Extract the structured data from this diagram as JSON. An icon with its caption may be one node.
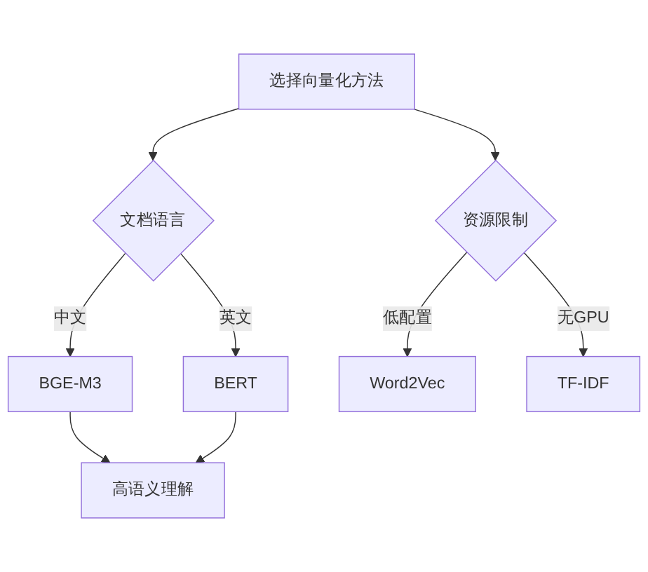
{
  "diagram": {
    "nodes": [
      {
        "text": [
          "选择向量化方法"
        ]
      },
      {
        "text": [
          "文档语言"
        ]
      },
      {
        "text": [
          "资源限制"
        ]
      },
      {
        "text": [
          "BGE-M3"
        ]
      },
      {
        "text": [
          "BERT"
        ]
      },
      {
        "text": [
          "Word2Vec"
        ]
      },
      {
        "text": [
          "TF-IDF"
        ]
      },
      {
        "text": [
          "高语义理解"
        ]
      }
    ],
    "edges": [
      {
        "from": 0,
        "to": 1,
        "arrow": "to"
      },
      {
        "from": 0,
        "to": 2,
        "arrow": "to"
      },
      {
        "from": 1,
        "to": 3,
        "label": "中文",
        "arrow": "to"
      },
      {
        "from": 1,
        "to": 4,
        "label": "英文",
        "arrow": "to"
      },
      {
        "from": 2,
        "to": 5,
        "label": "低配置",
        "arrow": "to"
      },
      {
        "from": 2,
        "to": 6,
        "label": "无GPU",
        "arrow": "to"
      },
      {
        "from": 3,
        "to": 7,
        "arrow": "to"
      },
      {
        "from": 4,
        "to": 7,
        "arrow": "to"
      }
    ]
  }
}
